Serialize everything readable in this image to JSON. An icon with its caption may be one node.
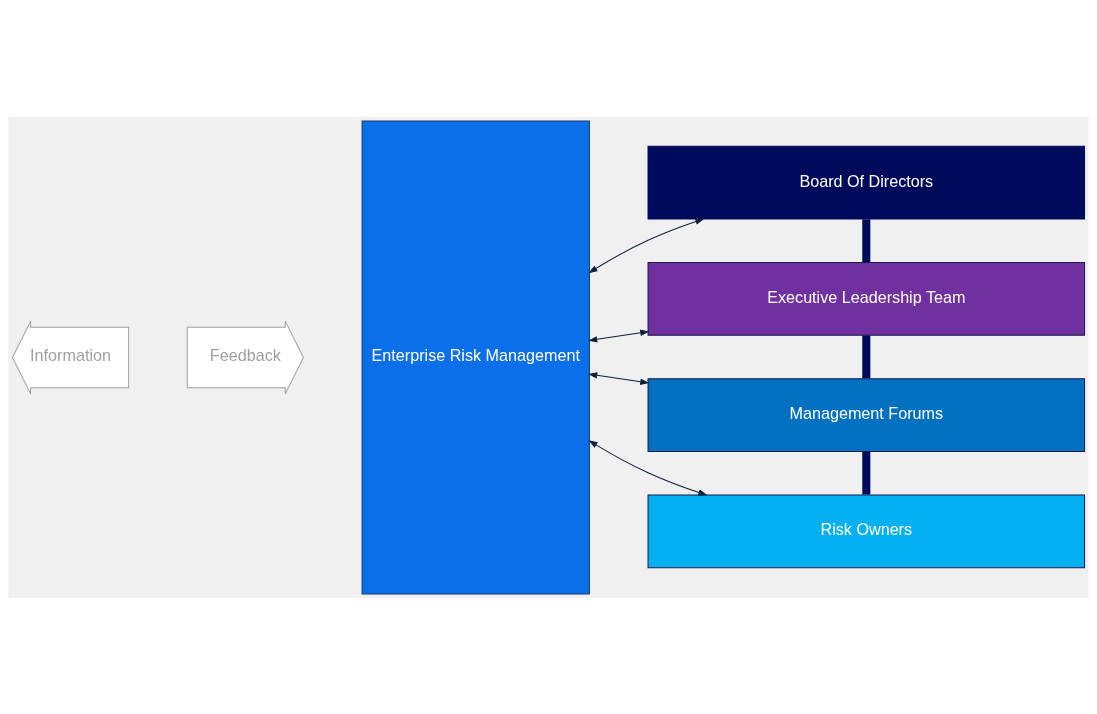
{
  "diagram": {
    "nodes": [
      {
        "text": [
          "Information"
        ]
      },
      {
        "text": [
          "Feedback"
        ]
      },
      {
        "text": [
          "Enterprise Risk Management"
        ]
      },
      {
        "text": [
          "Board Of Directors"
        ]
      },
      {
        "text": [
          "Executive Leadership Team"
        ]
      },
      {
        "text": [
          "Management Forums"
        ]
      },
      {
        "text": [
          "Risk Owners"
        ]
      }
    ],
    "edges": [
      {
        "from": 2,
        "to": 3,
        "arrow": "both"
      },
      {
        "from": 2,
        "to": 4,
        "arrow": "both"
      },
      {
        "from": 2,
        "to": 5,
        "arrow": "both"
      },
      {
        "from": 2,
        "to": 6,
        "arrow": "both"
      },
      {
        "from": 3,
        "to": 4,
        "arrow": "none",
        "style": "thick",
        "color": "#000a5a"
      },
      {
        "from": 4,
        "to": 5,
        "arrow": "none",
        "style": "thick",
        "color": "#000a5a"
      },
      {
        "from": 5,
        "to": 6,
        "arrow": "none",
        "style": "thick",
        "color": "#000a5a"
      }
    ]
  }
}
